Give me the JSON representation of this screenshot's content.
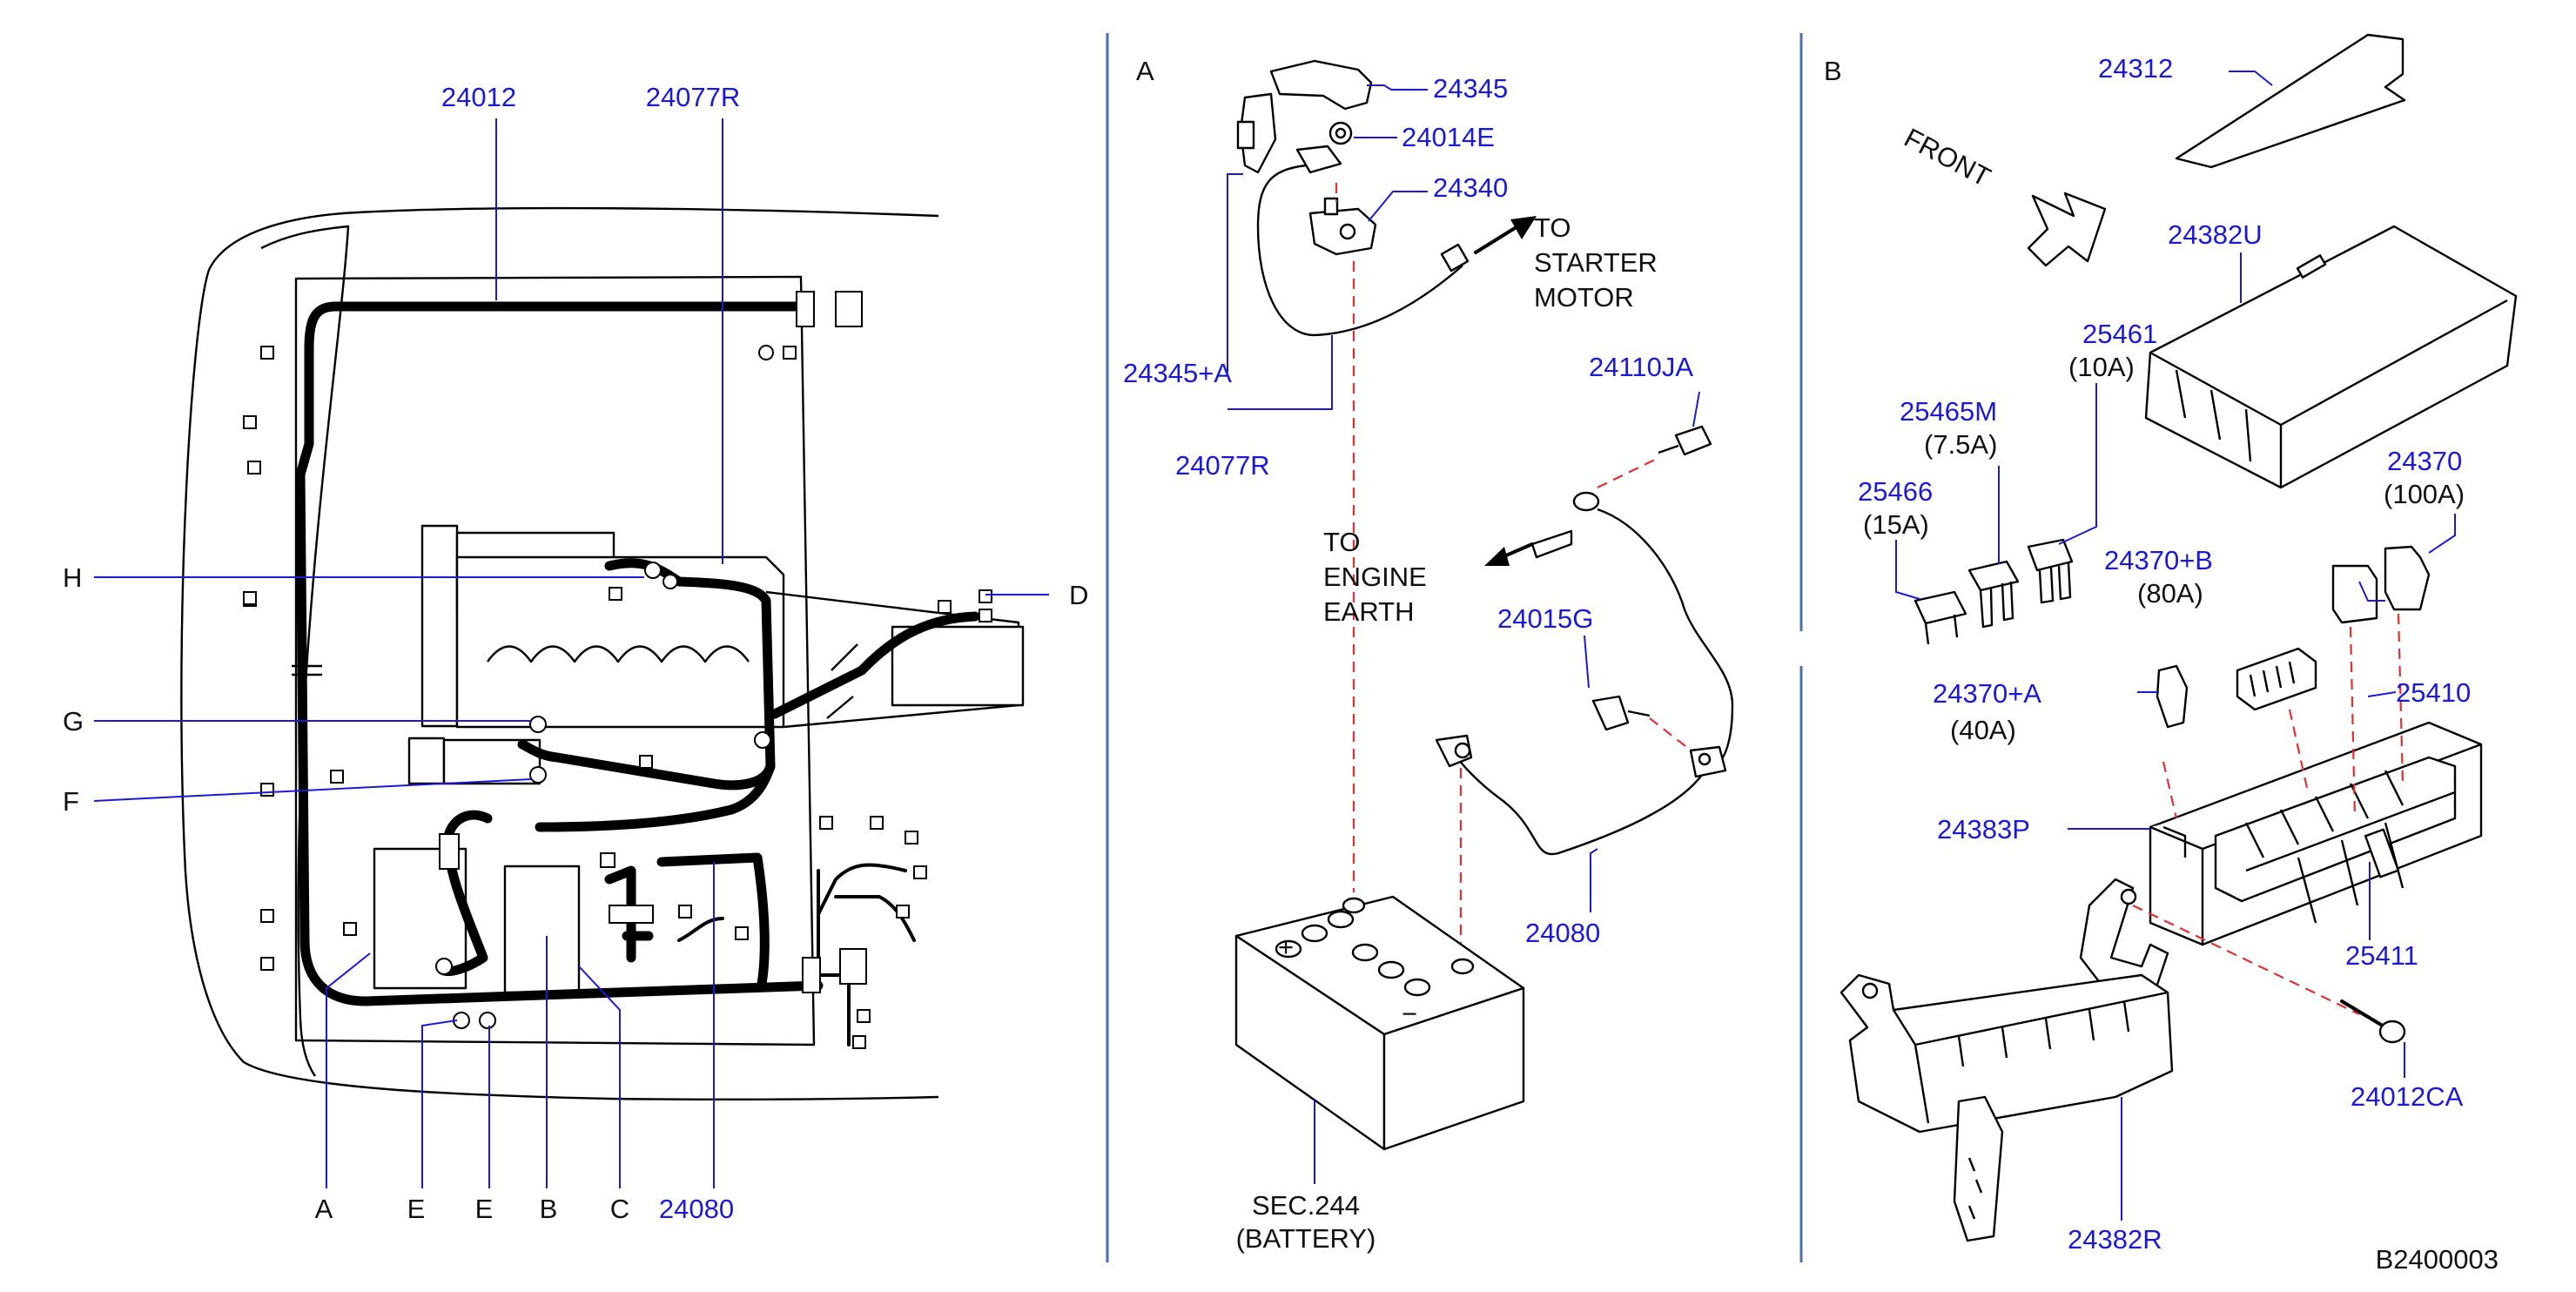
{
  "diagram_code": "B2400003",
  "colors": {
    "part_number": "#1a1ad6",
    "label": "#111111",
    "dashed_guide": "#e03030",
    "separator": "#4a6fb0"
  },
  "panel_main": {
    "top_labels": [
      "24012",
      "24077R"
    ],
    "side_labels": {
      "H": "H",
      "G": "G",
      "F": "F",
      "D": "D"
    },
    "bottom_labels": [
      {
        "text": "A",
        "kind": "label"
      },
      {
        "text": "E",
        "kind": "label"
      },
      {
        "text": "E",
        "kind": "label"
      },
      {
        "text": "B",
        "kind": "label"
      },
      {
        "text": "C",
        "kind": "label"
      },
      {
        "text": "24080",
        "kind": "part"
      }
    ]
  },
  "panel_a": {
    "title": "A",
    "parts": {
      "p24345": "24345",
      "p24014e": "24014E",
      "p24340": "24340",
      "p24345a": "24345+A",
      "p24077r": "24077R",
      "p24110ja": "24110JA",
      "p24015g": "24015G",
      "p24080": "24080"
    },
    "to_starter": [
      "TO",
      "STARTER",
      "MOTOR"
    ],
    "to_earth": [
      "TO",
      "ENGINE",
      "EARTH"
    ],
    "battery": [
      "SEC.244",
      "(BATTERY)"
    ]
  },
  "panel_b": {
    "title": "B",
    "front": "FRONT",
    "parts": {
      "p24312": "24312",
      "p24382u": "24382U",
      "p25461": "25461",
      "p25461_rating": "(10A)",
      "p25465m": "25465M",
      "p25465m_rating": "(7.5A)",
      "p25466": "25466",
      "p25466_rating": "(15A)",
      "p24370": "24370",
      "p24370_rating": "(100A)",
      "p24370b": "24370+B",
      "p24370b_rating": "(80A)",
      "p24370a": "24370+A",
      "p24370a_rating": "(40A)",
      "p25410": "25410",
      "p24383p": "24383P",
      "p25411": "25411",
      "p24012ca": "24012CA",
      "p24382r": "24382R"
    }
  }
}
